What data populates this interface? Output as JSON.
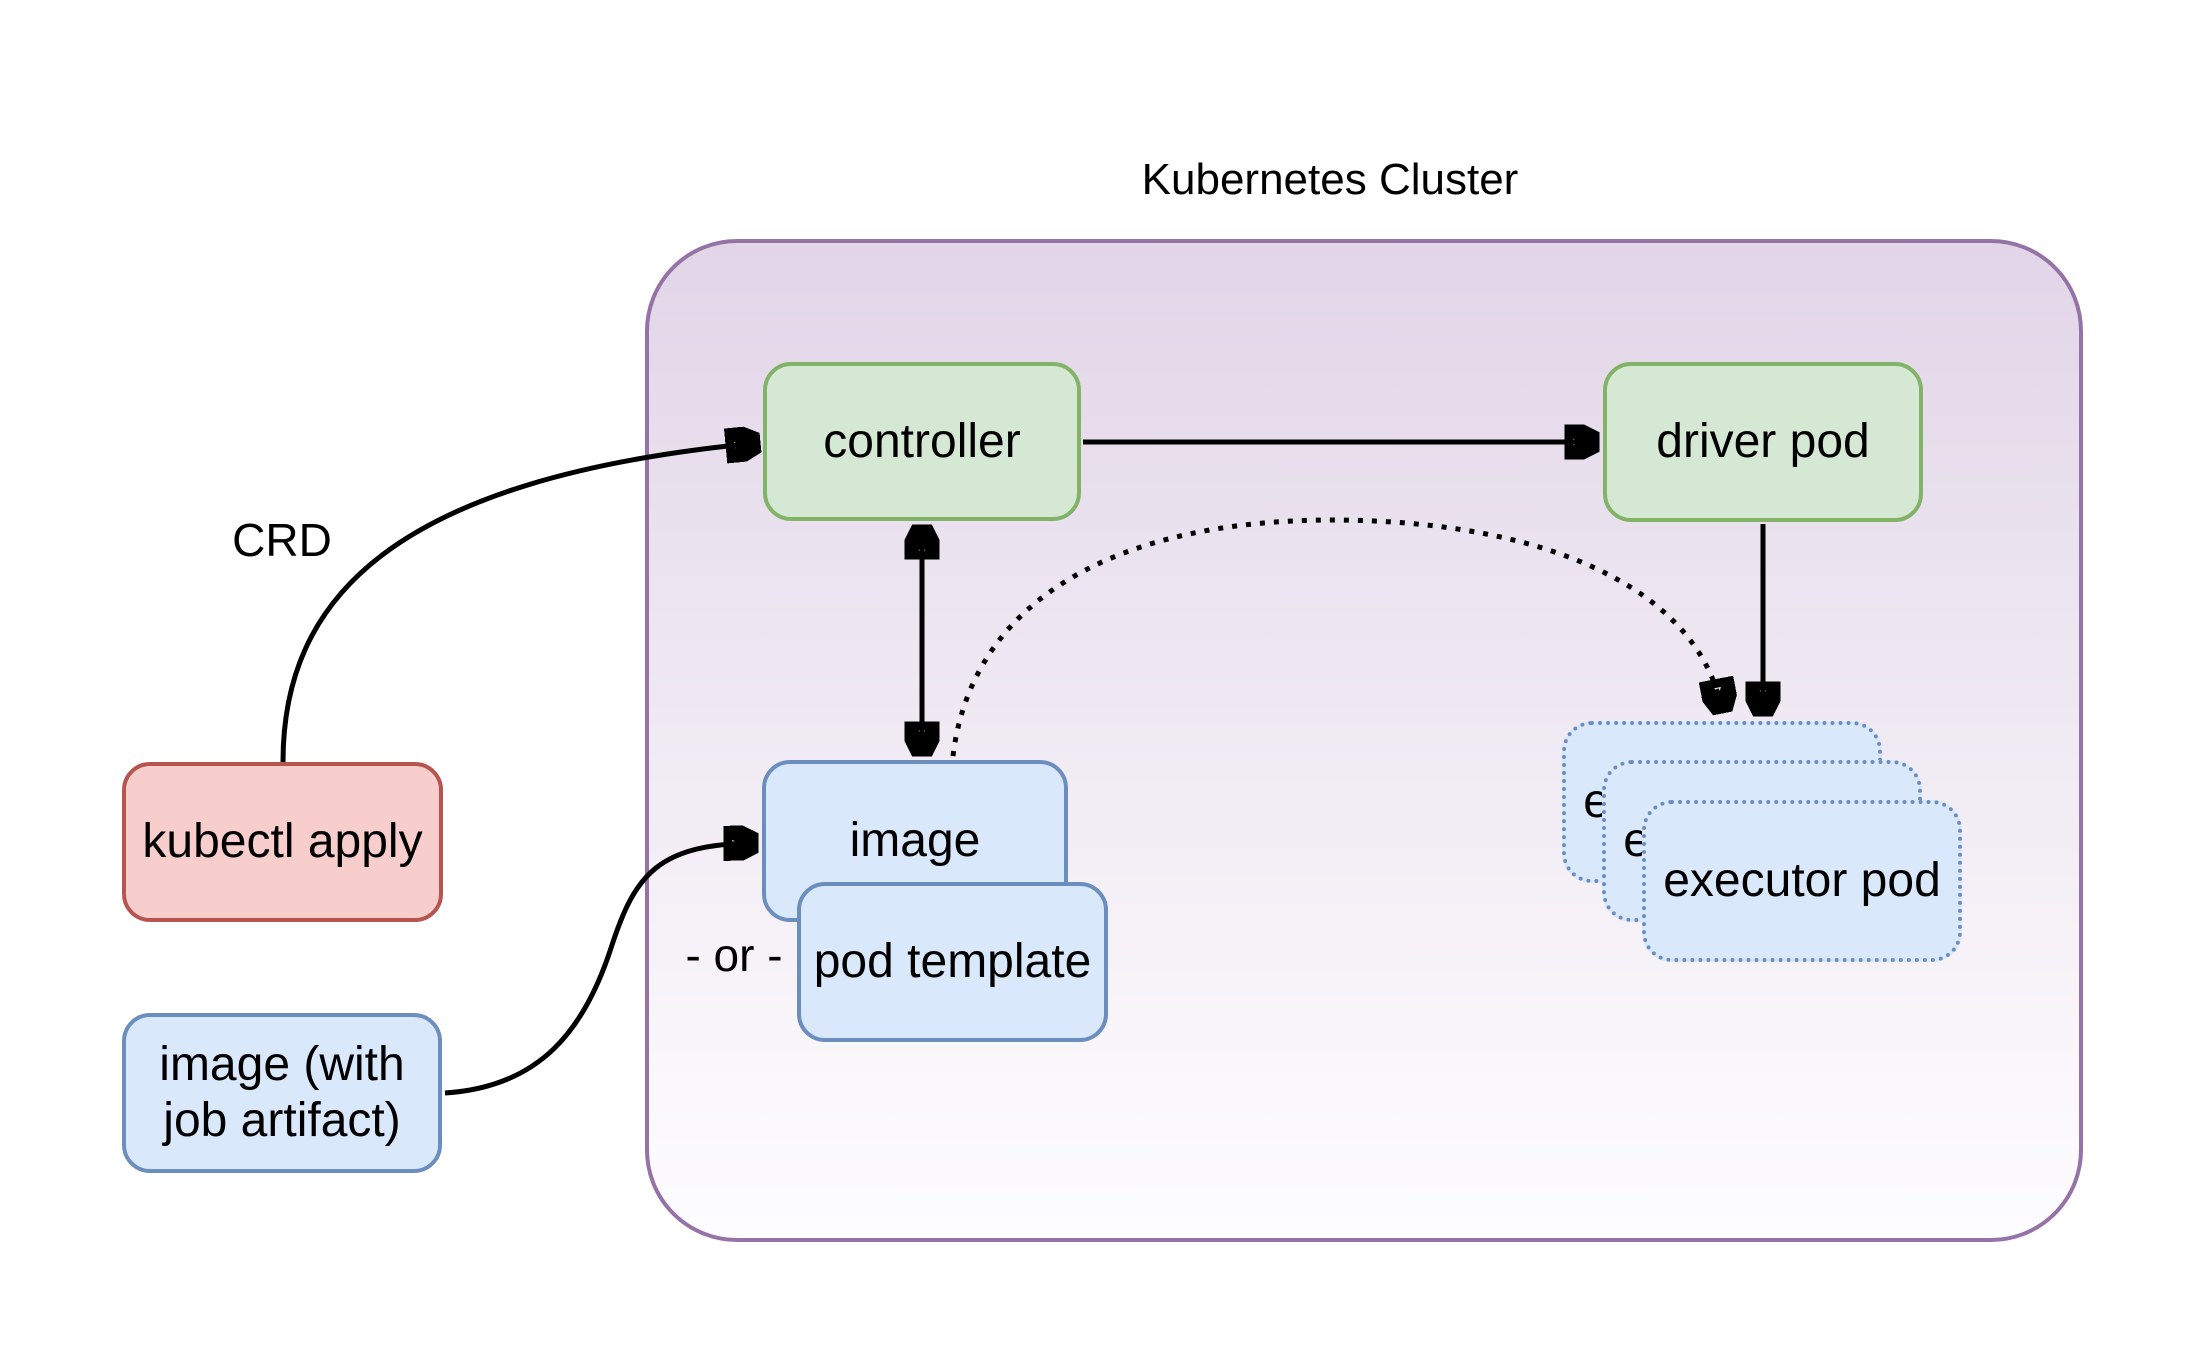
{
  "title": "Kubernetes Cluster",
  "nodes": {
    "kubectl_apply": {
      "label": "kubectl apply",
      "fill": "#f8cecc",
      "stroke": "#b85450"
    },
    "image_with_artifact": {
      "label": "image (with job artifact)",
      "fill": "#dae8fc",
      "stroke": "#6c8ebf"
    },
    "controller": {
      "label": "controller",
      "fill": "#d5e8d4",
      "stroke": "#82b366"
    },
    "driver_pod": {
      "label": "driver pod",
      "fill": "#d5e8d4",
      "stroke": "#82b366"
    },
    "image": {
      "label": "image",
      "fill": "#dae8fc",
      "stroke": "#6c8ebf"
    },
    "pod_template": {
      "label": "pod template",
      "fill": "#dae8fc",
      "stroke": "#6c8ebf"
    },
    "executor_pod": {
      "label": "executor pod",
      "count": 3,
      "fill": "#dae8fc",
      "stroke": "#6c8ebf",
      "border_style": "dotted"
    }
  },
  "edge_labels": {
    "crd": "CRD",
    "or_divider": "- or -"
  },
  "cluster": {
    "stroke": "#9673a6",
    "fill_top": "#e1d5e7",
    "fill_bottom": "#fdfcfe"
  },
  "edges": {
    "color": "#000000",
    "list": [
      {
        "from": "kubectl_apply",
        "to": "controller",
        "style": "solid",
        "label": "CRD"
      },
      {
        "from": "controller",
        "to": "driver_pod",
        "style": "solid"
      },
      {
        "from": "controller",
        "to": "image",
        "style": "solid",
        "bidirectional": true
      },
      {
        "from": "driver_pod",
        "to": "executor_pod",
        "style": "solid"
      },
      {
        "from": "image",
        "to": "executor_pod",
        "style": "dotted"
      },
      {
        "from": "image_with_artifact",
        "to": "image",
        "style": "solid"
      }
    ]
  }
}
